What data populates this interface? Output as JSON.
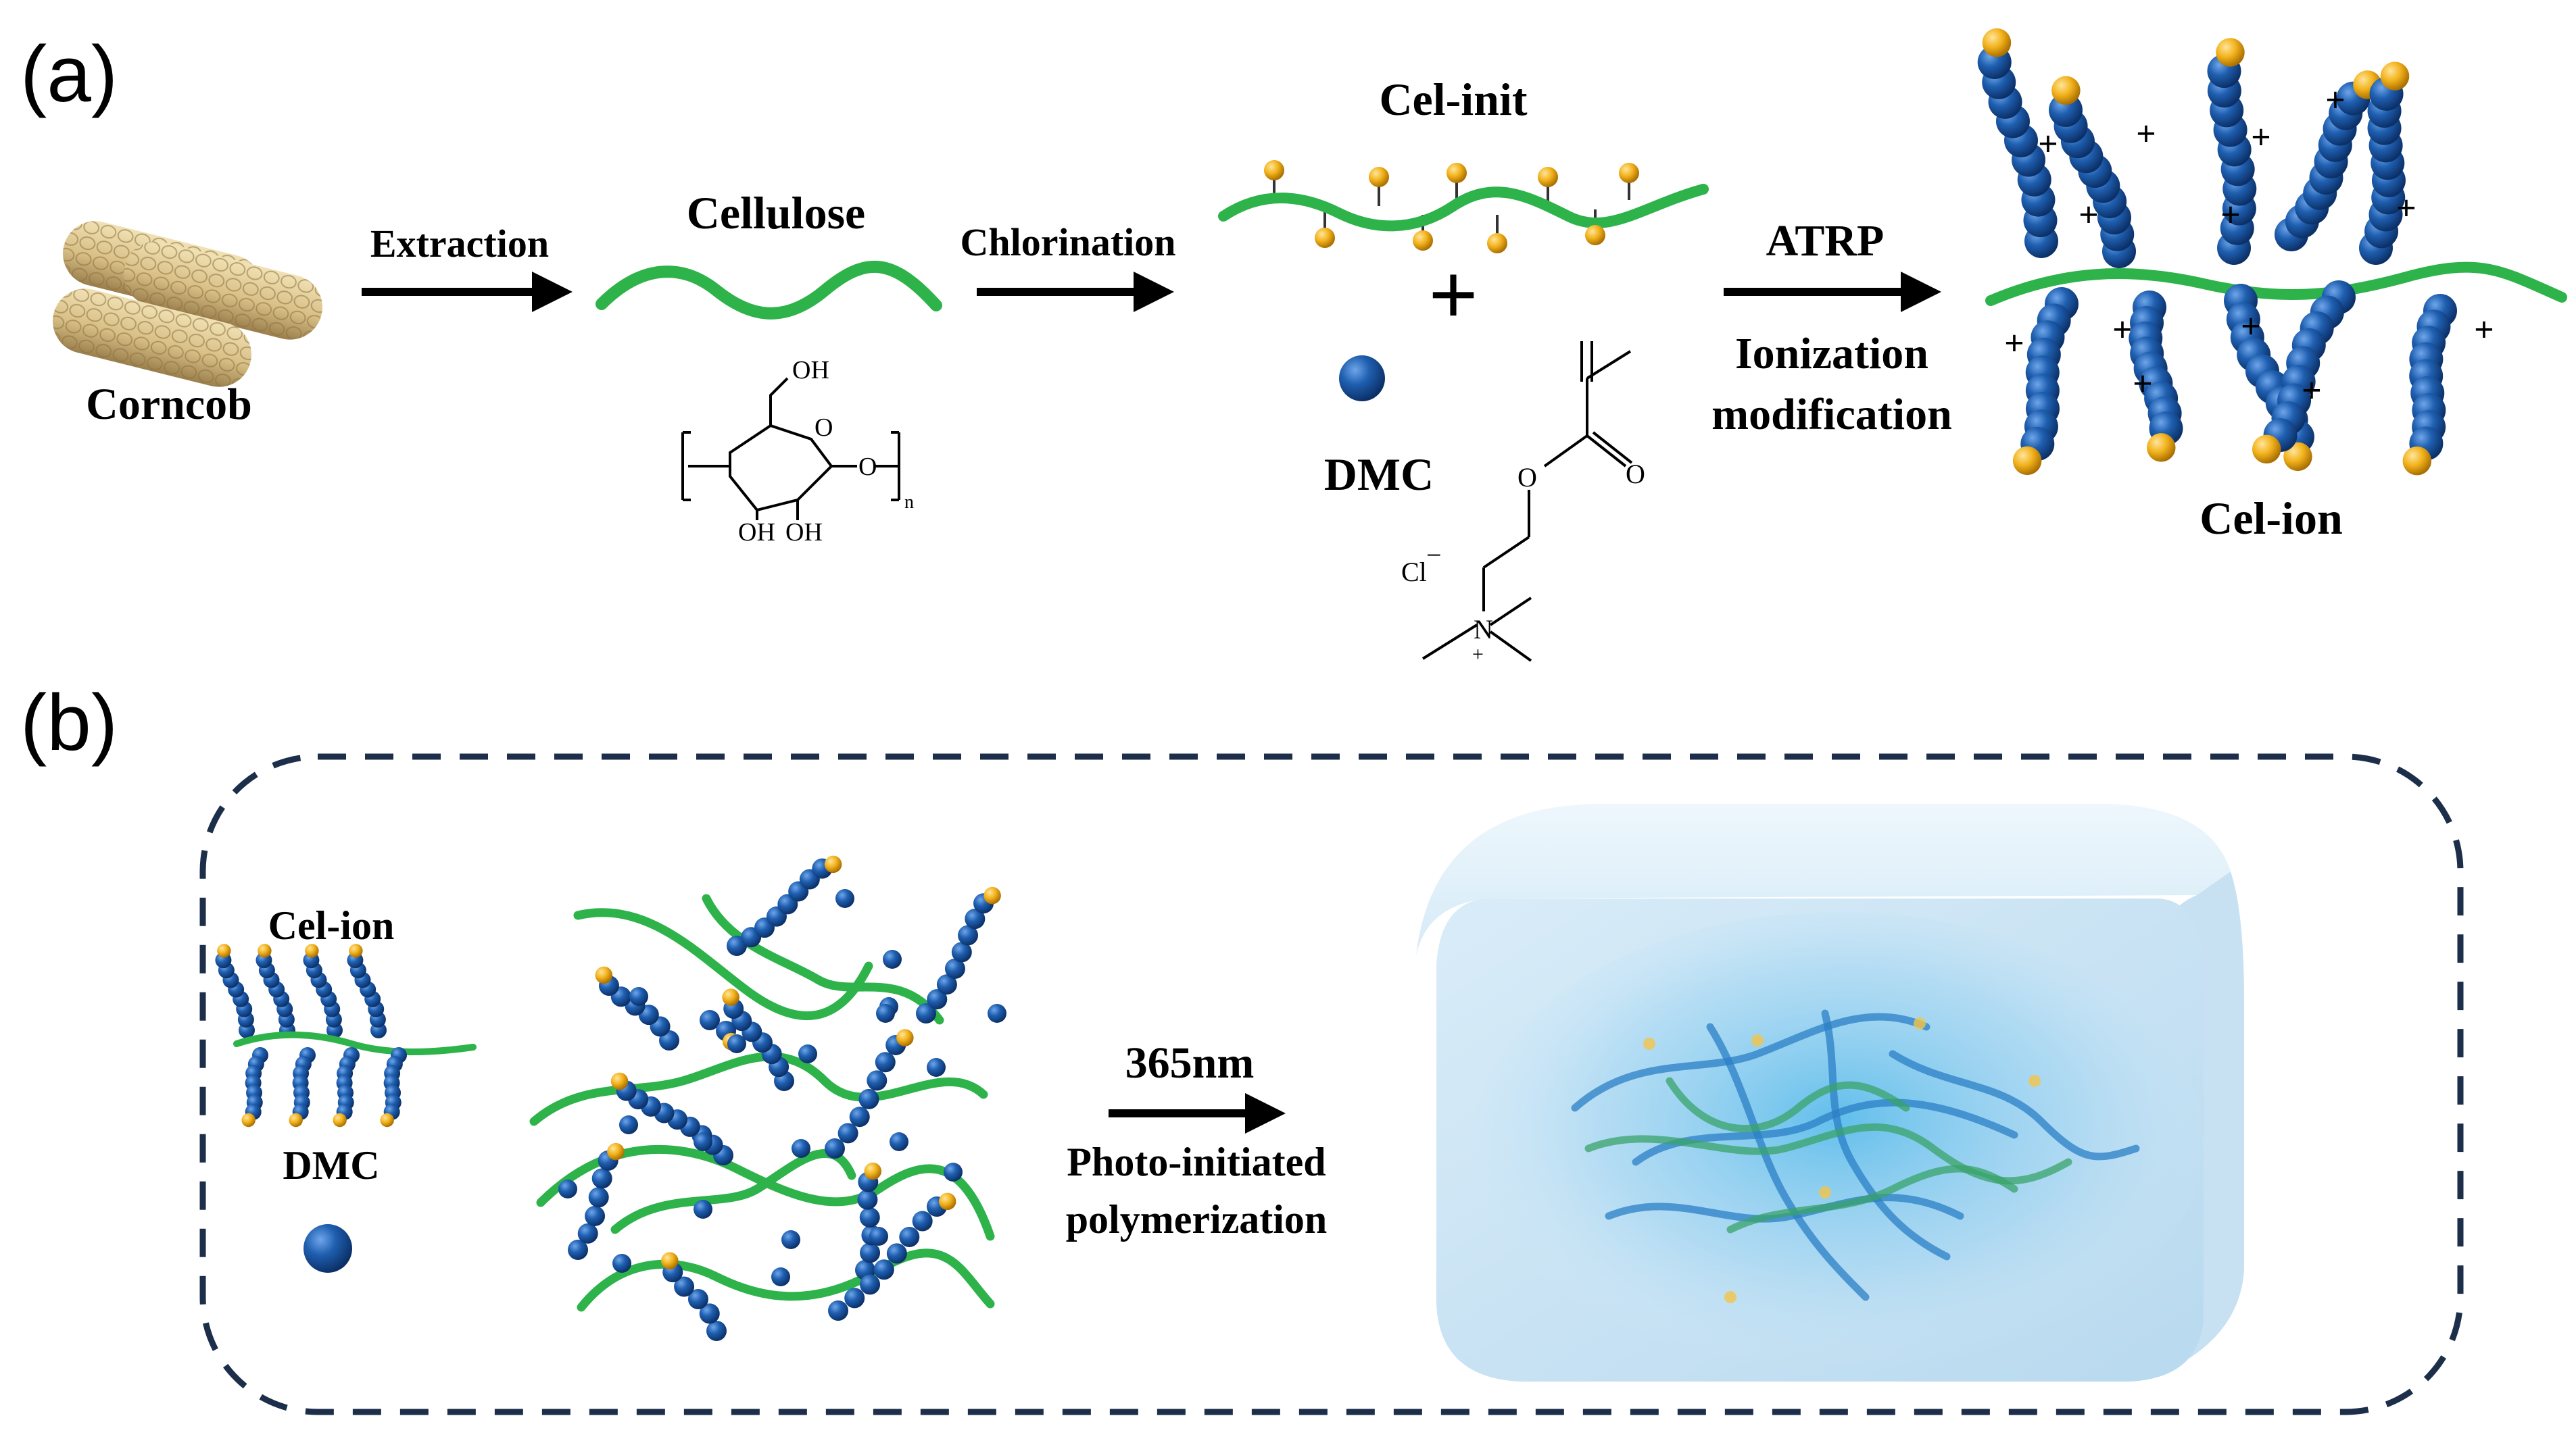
{
  "panel_a": {
    "label": "(a)",
    "corncob": "Corncob",
    "step_extraction": "Extraction",
    "cellulose": "Cellulose",
    "step_chlorination": "Chlorination",
    "cel_init": "Cel-init",
    "plus_sign": "+",
    "dmc": "DMC",
    "step_atrp": "ATRP",
    "step_ionization_1": "Ionization",
    "step_ionization_2": "modification",
    "cel_ion": "Cel-ion",
    "cellulose_formula": {
      "oh_top": "OH",
      "ring_o": "O",
      "link_o": "O",
      "oh_bottom_1": "OH",
      "oh_bottom_2": "OH",
      "repeat_n": "n"
    },
    "dmc_formula": {
      "carbonyl_o": "O",
      "ester_o": "O",
      "counter_ion": "Cl",
      "counter_charge": "−",
      "nitrogen": "N",
      "nitrogen_charge": "+"
    },
    "charge_symbol": "+"
  },
  "panel_b": {
    "label": "(b)",
    "cel_ion": "Cel-ion",
    "dmc": "DMC",
    "wavelength": "365nm",
    "process_1": "Photo-initiated",
    "process_2": "polymerization"
  },
  "colors": {
    "backbone_green": "#2db34a",
    "bead_blue": "#1f5fb0",
    "end_gold": "#f2b21c",
    "frame_navy": "#1c2e4a",
    "gel_blue": "#cfe6f5"
  },
  "icons": [
    "corncob-image",
    "reaction-arrow",
    "monomer-bead",
    "hydrogel-block"
  ]
}
